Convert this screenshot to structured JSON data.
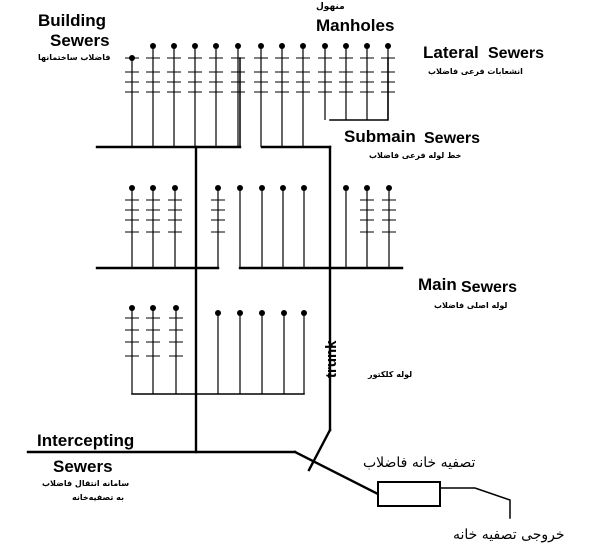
{
  "labels": {
    "building_sewers_line1": "Building",
    "building_sewers_line2": "Sewers",
    "building_sewers_fa": "فاضلاب ساختمانها",
    "manholes_fa": "منهول",
    "manholes": "Manholes",
    "lateral_sewers_word1": "Lateral",
    "lateral_sewers_word2": "Sewers",
    "lateral_sewers_fa": "انشعابات فرعی فاضلاب",
    "submain_sewers_word1": "Submain",
    "submain_sewers_word2": "Sewers",
    "submain_sewers_fa": "خط لوله فرعی فاضلاب",
    "main_sewers_word1": "Main",
    "main_sewers_word2": "Sewers",
    "main_sewers_fa": "لوله اصلی فاضلاب",
    "collector_pipe_fa": "لوله کلکتور",
    "trunk": "trunk",
    "intercepting_line1": "Intercepting",
    "intercepting_line2": "Sewers",
    "intercepting_fa_line1": "سامانه انتقال فاضلاب",
    "intercepting_fa_line2": "به تصفیه‌خانه",
    "treatment_plant_fa": "تصفیه خانه فاضلاب",
    "plant_outlet_fa": "خروجی تصفیه خانه"
  },
  "colors": {
    "line": "#000000",
    "background": "#ffffff"
  }
}
